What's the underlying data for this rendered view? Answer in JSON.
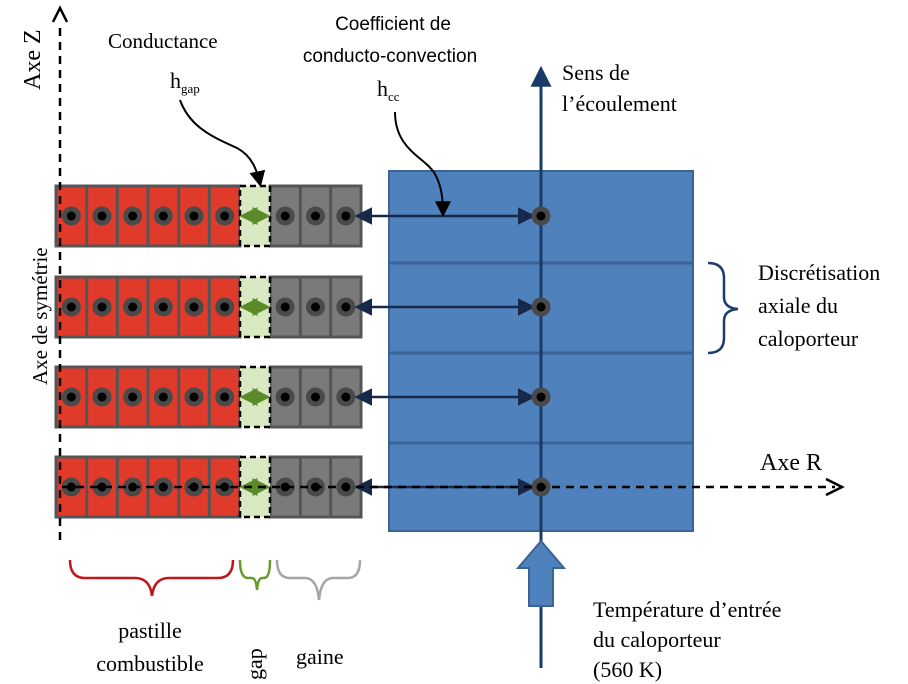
{
  "labels": {
    "axe_z": "Axe Z",
    "axe_r": "Axe R",
    "axe_symetrie": "Axe de symétrie",
    "conductance_title": "Conductance",
    "h_gap_base": "h",
    "h_gap_sub": "gap",
    "coef_line1": "Coefficient de",
    "coef_line2": "conducto-convection",
    "h_cc_base": "h",
    "h_cc_sub": "cc",
    "sens_line1": "Sens de",
    "sens_line2": "l’écoulement",
    "discretisation_line1": "Discrétisation",
    "discretisation_line2": "axiale du",
    "discretisation_line3": "caloporteur",
    "pastille_line1": "pastille",
    "pastille_line2": "combustible",
    "gap": "gap",
    "gaine": "gaine",
    "temperature_line1": "Température d’entrée",
    "temperature_line2": "du caloporteur",
    "temperature_line3": "(560 K)"
  },
  "colors": {
    "fuel": "#e03a2a",
    "gap": "#d8e8c0",
    "gap_arrow": "#5a8a2a",
    "cladding": "#7a7a7a",
    "coolant": "#4f81bd",
    "coolant_border": "#3a6396",
    "flow_axis": "#1a3a6a",
    "link_arrow": "#17294a",
    "brace_fuel": "#c0161c",
    "brace_gap": "#6a9a2a",
    "brace_gaine": "#a6a6a6",
    "brace_disc": "#1f3d6a"
  },
  "structure": {
    "rows": 4,
    "fuel_nodes_per_row": 6,
    "cladding_nodes_per_row": 3
  }
}
